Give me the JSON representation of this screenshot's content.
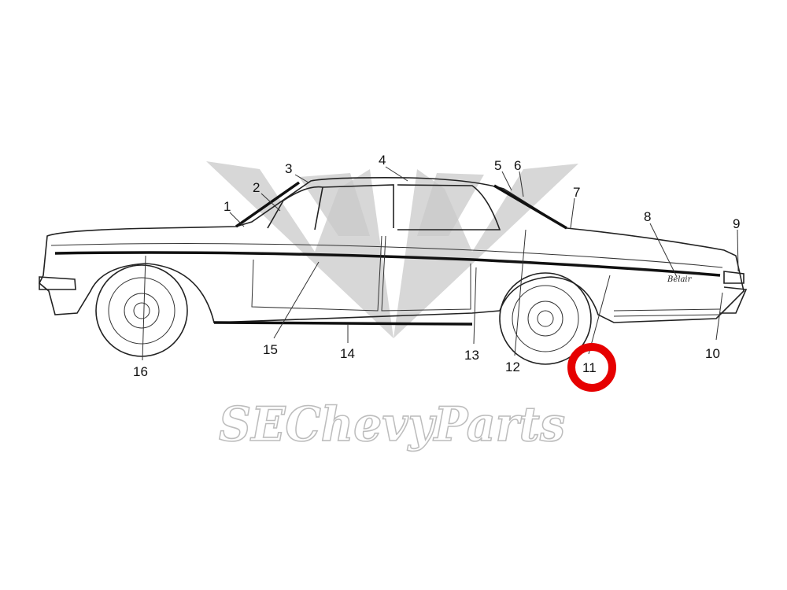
{
  "diagram": {
    "callouts": [
      "1",
      "2",
      "3",
      "4",
      "5",
      "6",
      "7",
      "8",
      "9",
      "10",
      "11",
      "12",
      "13",
      "14",
      "15",
      "16"
    ],
    "highlighted_callout": "11",
    "highlight_color": "#e60000",
    "emblem_script": "Belair",
    "watermark": "SEChevyParts"
  }
}
